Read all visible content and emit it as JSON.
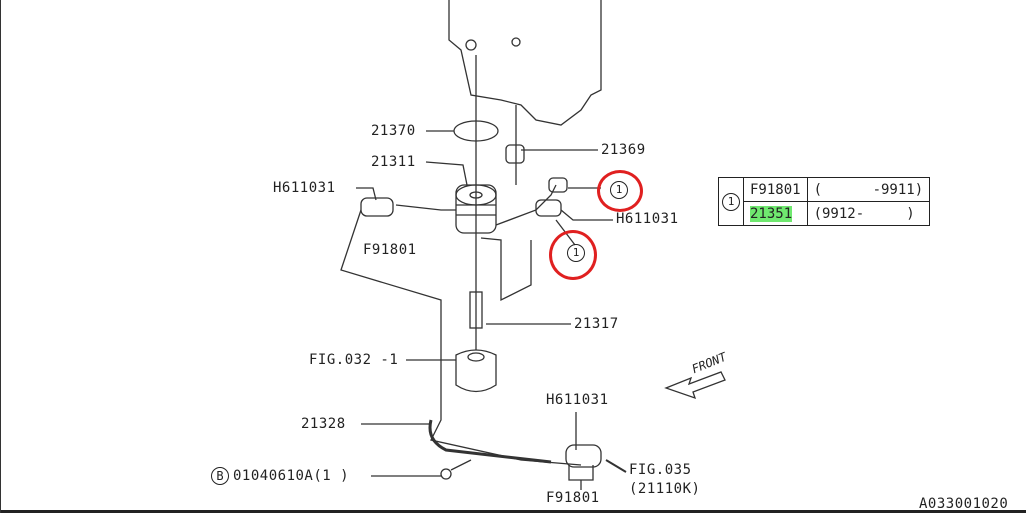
{
  "callouts": {
    "p21370": "21370",
    "p21311": "21311",
    "h611031_left": "H611031",
    "f91801_left": "F91801",
    "p21369": "21369",
    "h611031_right": "H611031",
    "p21317": "21317",
    "fig032": "FIG.032 -1",
    "p21328": "21328",
    "h611031_bottom": "H611031",
    "fig035": "FIG.035",
    "fig035_sub": "(21110K)",
    "f91801_bottom": "F91801",
    "bolt_symbol": "B",
    "bolt_part": "01040610A(1  )",
    "front": "FRONT",
    "ref_mark": "1",
    "diagram_id": "A033001020"
  },
  "ref_table": {
    "mark": "1",
    "rows": [
      {
        "part": "F91801",
        "range": "(      -9911)"
      },
      {
        "part": "21351",
        "range": "(9912-     )",
        "highlighted": true
      }
    ]
  },
  "colors": {
    "highlight": "#6fe86f",
    "annotation": "#e02020"
  }
}
